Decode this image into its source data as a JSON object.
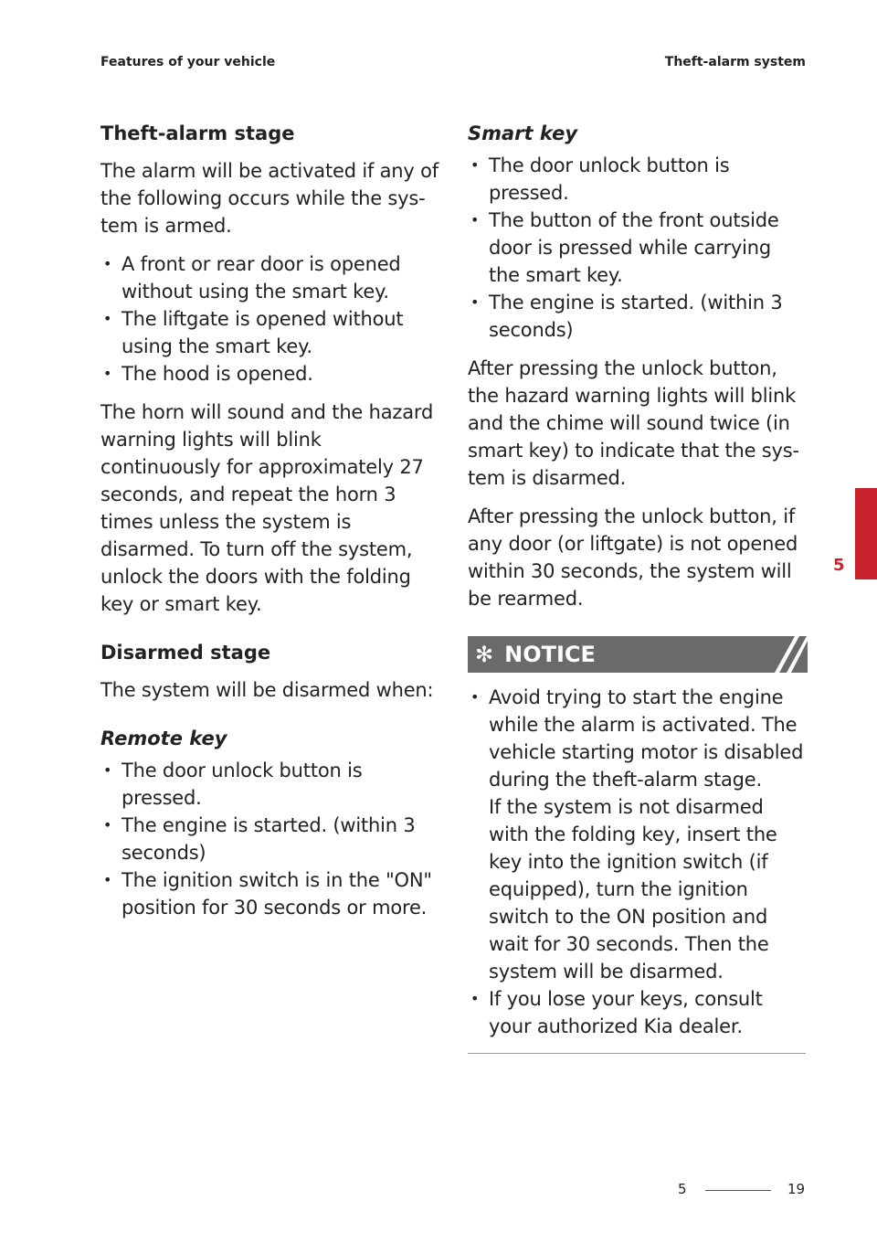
{
  "header": {
    "left": "Features of your vehicle",
    "right": "Theft-alarm system"
  },
  "left": {
    "heading1": "Theft-alarm stage",
    "intro": "The alarm will be activated if any of the following occurs while the sys-tem is armed.",
    "triggers": [
      "A front or rear door is opened without using the smart key.",
      "The liftgate is opened without using the smart key.",
      "The hood is opened."
    ],
    "horn": "The horn will sound and the hazard warning lights will blink continuously for approximately 27 seconds, and repeat the horn 3 times unless the system is disarmed. To turn off the system, unlock the doors with the folding key or smart key.",
    "heading2": "Disarmed stage",
    "disarm_intro": "The system will be disarmed when:",
    "remote_heading": "Remote key",
    "remote_items": [
      "The door unlock button is pressed.",
      "The engine is started. (within 3 seconds)",
      "The ignition switch is in the \"ON\" position for 30 seconds or more."
    ]
  },
  "right": {
    "smart_heading": "Smart key",
    "smart_items": [
      "The door unlock button is pressed.",
      "The button of the front outside door is pressed while carrying the smart key.",
      "The engine is started. (within 3 seconds)"
    ],
    "para1": "After pressing the unlock button, the hazard warning lights will blink and the chime will sound twice (in smart key) to indicate that the sys-tem is disarmed.",
    "para2": "After pressing the unlock button, if any door (or liftgate) is not opened within 30 seconds, the system will be rearmed.",
    "notice": {
      "symbol": "✻",
      "title": "NOTICE",
      "item1_a": "Avoid trying to start the engine while the alarm is activated. The vehicle starting motor is disabled during the theft-alarm stage.",
      "item1_b": "If the system is not disarmed with the folding key, insert the key into the ignition switch (if equipped), turn the ignition switch to the ON position and wait for 30 seconds. Then the system will be disarmed.",
      "item2": "If you lose your keys, consult your authorized Kia dealer."
    }
  },
  "side_tab": {
    "number": "5",
    "color": "#c8232c"
  },
  "footer": {
    "section": "5",
    "page": "19"
  }
}
